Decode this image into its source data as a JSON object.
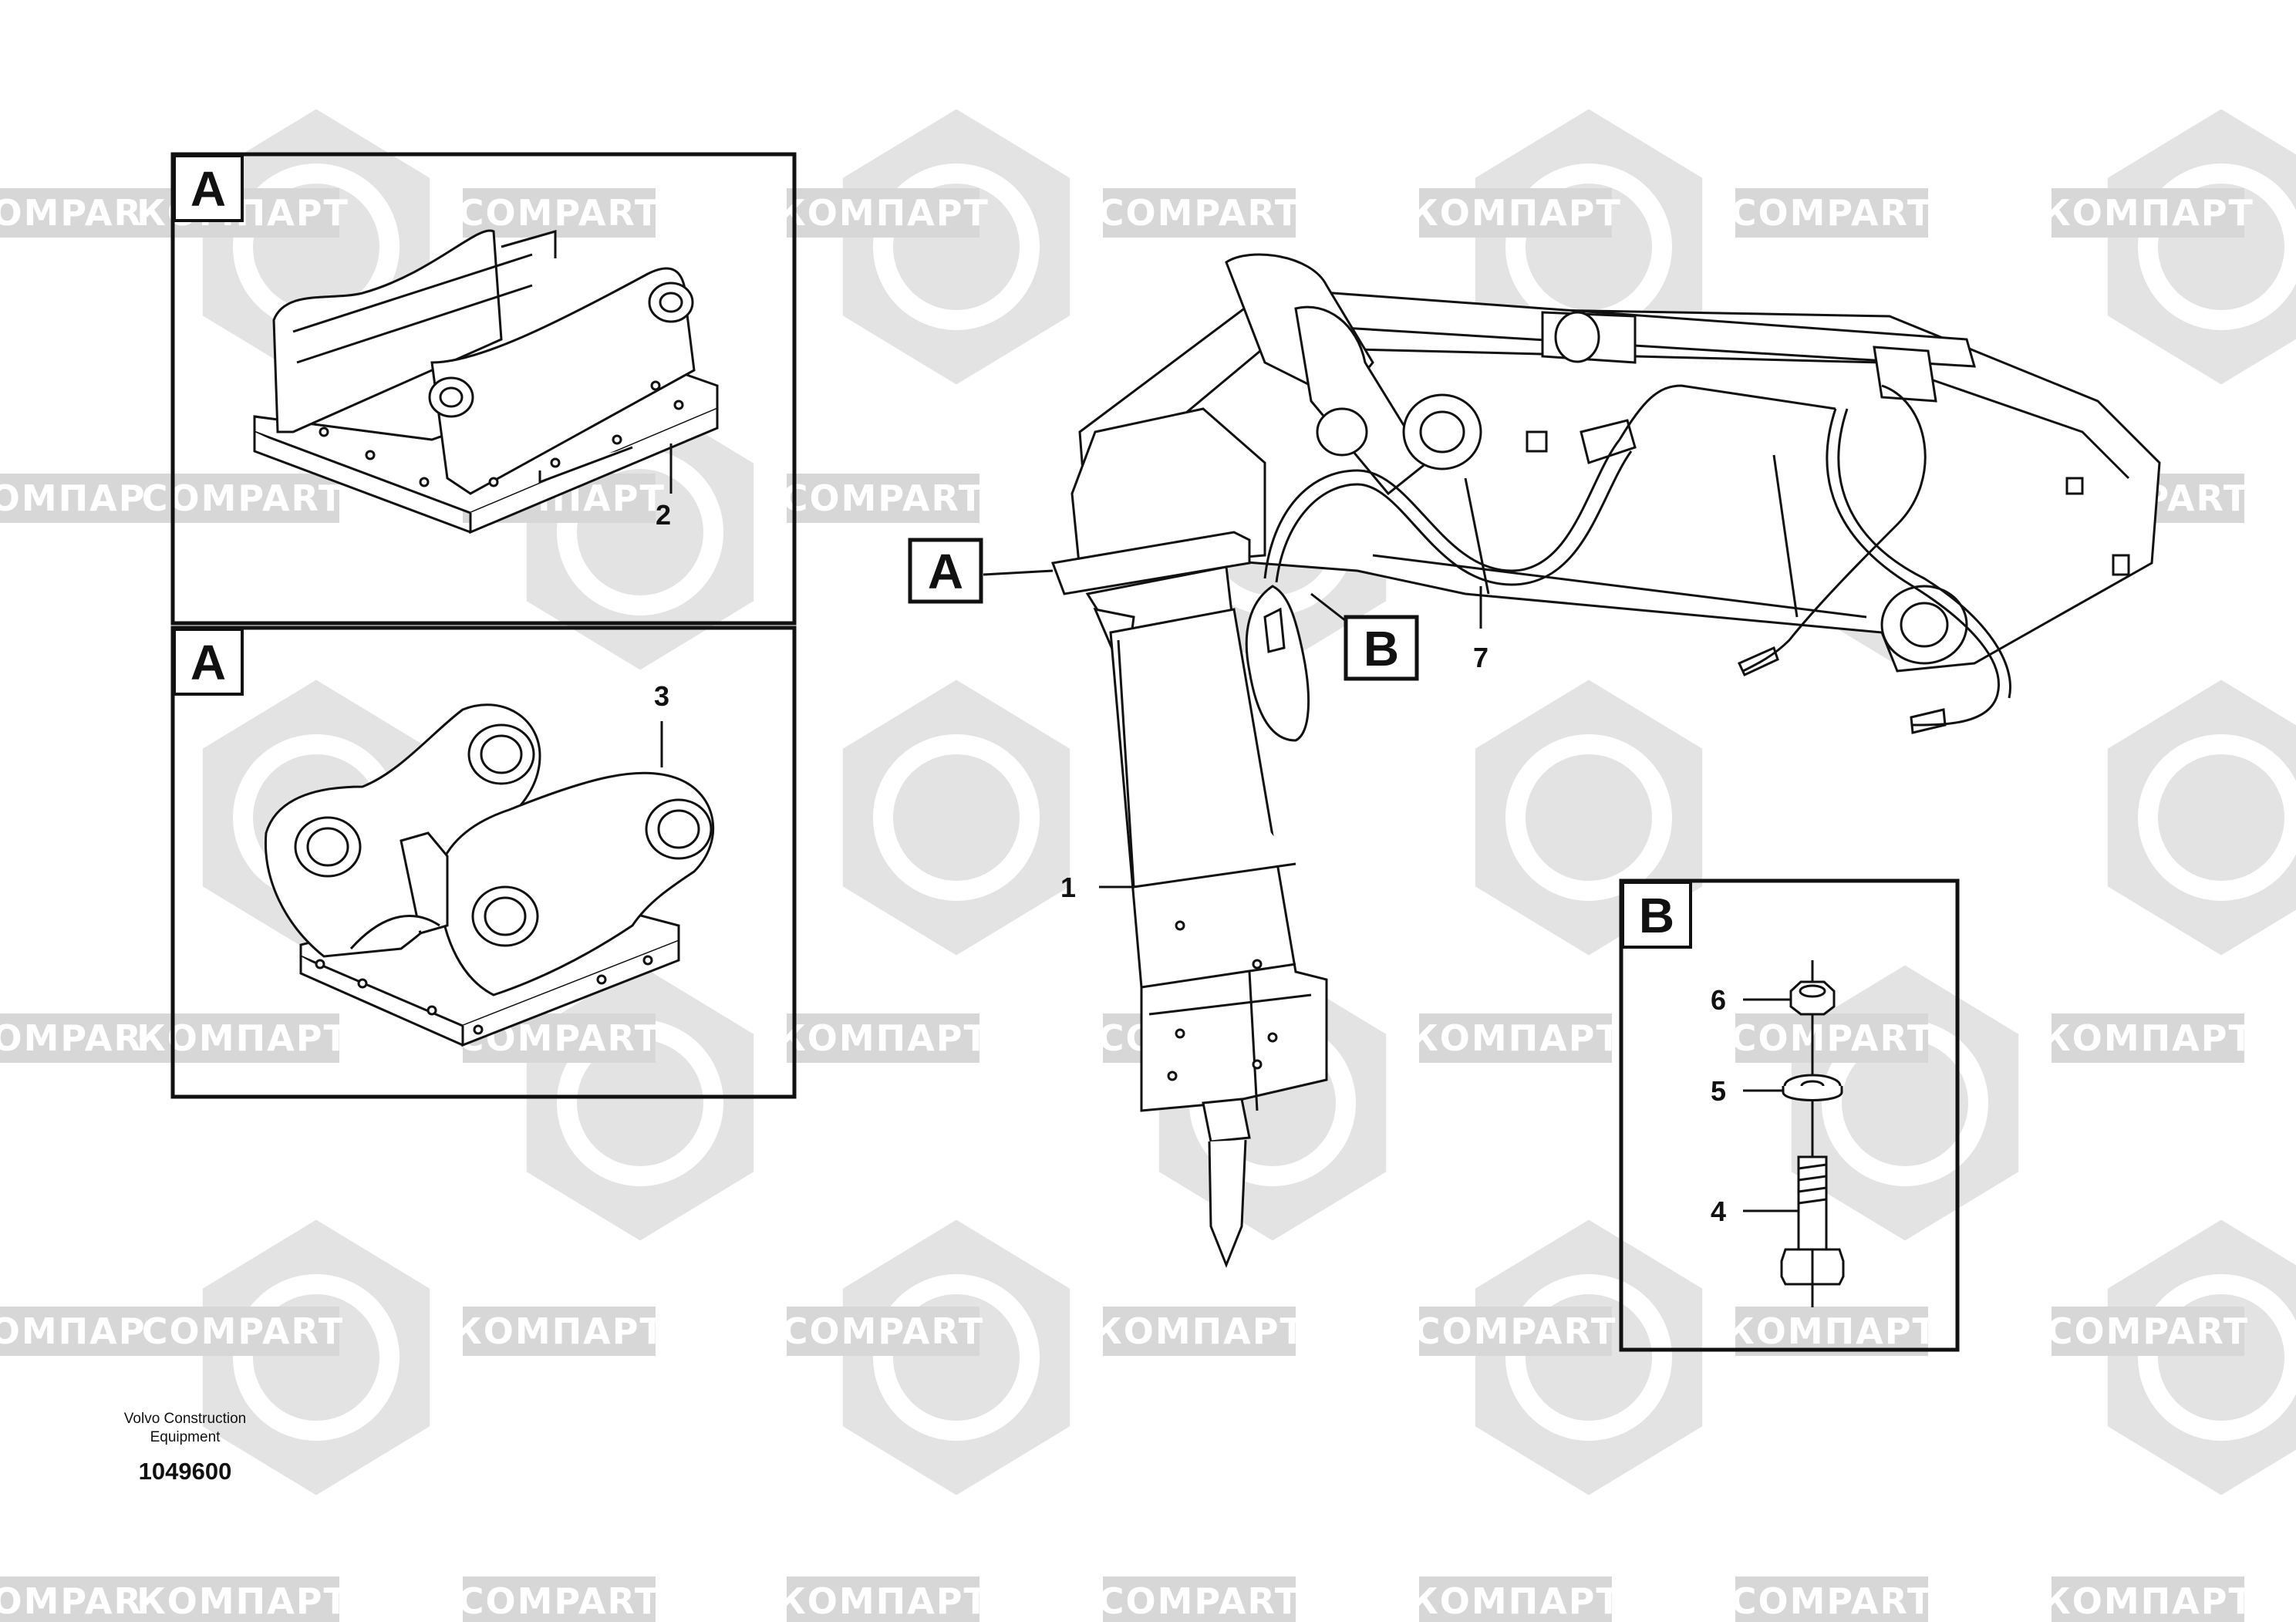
{
  "watermark": {
    "text_latin": "COMPART",
    "text_cyrillic": "КОМПАРТ",
    "shape_color": "#e3e3e3",
    "band_color": "#d7d7d7"
  },
  "views": {
    "detail_a_top": {
      "letter": "A",
      "part_callout": "2"
    },
    "detail_a_bottom": {
      "letter": "A",
      "part_callout": "3"
    },
    "main_assembly": {
      "detail_a_ref": "A",
      "detail_b_ref": "B",
      "callouts": [
        "1",
        "7"
      ]
    },
    "detail_b": {
      "letter": "B",
      "callouts": [
        "6",
        "5",
        "4"
      ]
    }
  },
  "footer": {
    "manufacturer_line1": "Volvo Construction",
    "manufacturer_line2": "Equipment",
    "drawing_number": "1049600"
  },
  "colors": {
    "line": "#111111",
    "watermark": "#e3e3e3"
  }
}
